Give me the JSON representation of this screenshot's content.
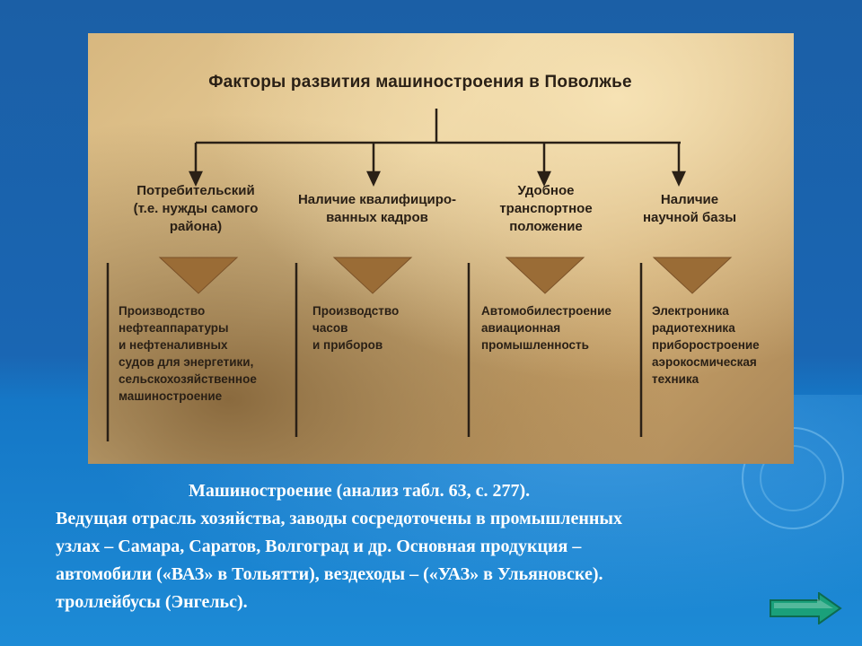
{
  "diagram": {
    "title": "Факторы развития машиностроения в Поволжье",
    "factors": [
      {
        "label_lines": [
          "Потребительский",
          "(т.е. нужды самого",
          "района)"
        ],
        "products": [
          "Производство",
          "нефтеаппаратуры",
          "и нефтеналивных",
          "судов для энергетики,",
          "сельскохозяйственное",
          "машиностроение"
        ]
      },
      {
        "label_lines": [
          "Наличие квалифициро-",
          "ванных кадров"
        ],
        "products": [
          "Производство",
          "часов",
          "и приборов"
        ]
      },
      {
        "label_lines": [
          "Удобное",
          "транспортное",
          "положение"
        ],
        "products": [
          "Автомобилестроение",
          "авиационная",
          "промышленность"
        ]
      },
      {
        "label_lines": [
          "Наличие",
          "научной базы"
        ],
        "products": [
          "Электроника",
          "радиотехника",
          "приборостроение",
          "аэрокосмическая",
          "техника"
        ]
      }
    ]
  },
  "caption": {
    "heading": "Машиностроение (анализ табл. 63, с. 277).",
    "lines": [
      "Ведущая отрасль хозяйства, заводы сосредоточены в промышленных",
      "узлах – Самара, Саратов, Волгоград и др. Основная продукция –",
      "автомобили («ВАЗ» в Тольятти), вездеходы – («УАЗ» в Ульяновске).",
      "троллейбусы (Энгельс)."
    ]
  },
  "colors": {
    "background": "#1a66b3",
    "panel": "#e2c48f",
    "arrow": "#9a6c36",
    "nav_button": "#1aa07a"
  },
  "icons": {
    "next": "arrow-right-icon"
  }
}
